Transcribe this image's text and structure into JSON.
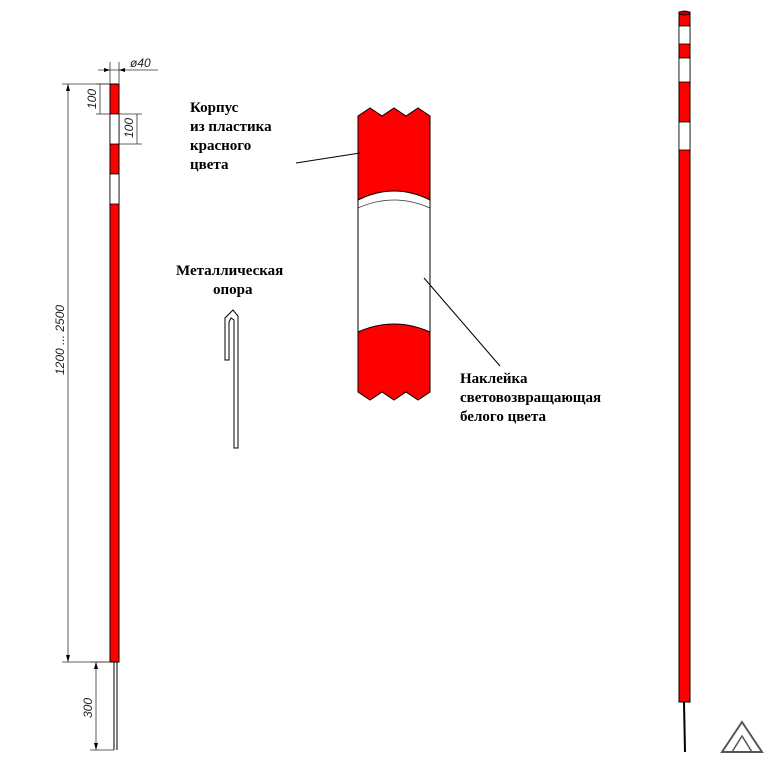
{
  "labels": {
    "body_line1": "Корпус",
    "body_line2": "из пластика",
    "body_line3": "красного",
    "body_line4": "цвета",
    "support_line1": "Металлическая",
    "support_line2": "опора",
    "sticker_line1": "Наклейка",
    "sticker_line2": "световозвращающая",
    "sticker_line3": "белого цвета"
  },
  "dimensions": {
    "diameter": "ø40",
    "band_top": "100",
    "band_gap": "100",
    "length": "1200 ... 2500",
    "support_length": "300"
  },
  "colors": {
    "body": "#ff0000",
    "sticker": "#ffffff",
    "outline": "#000000"
  }
}
